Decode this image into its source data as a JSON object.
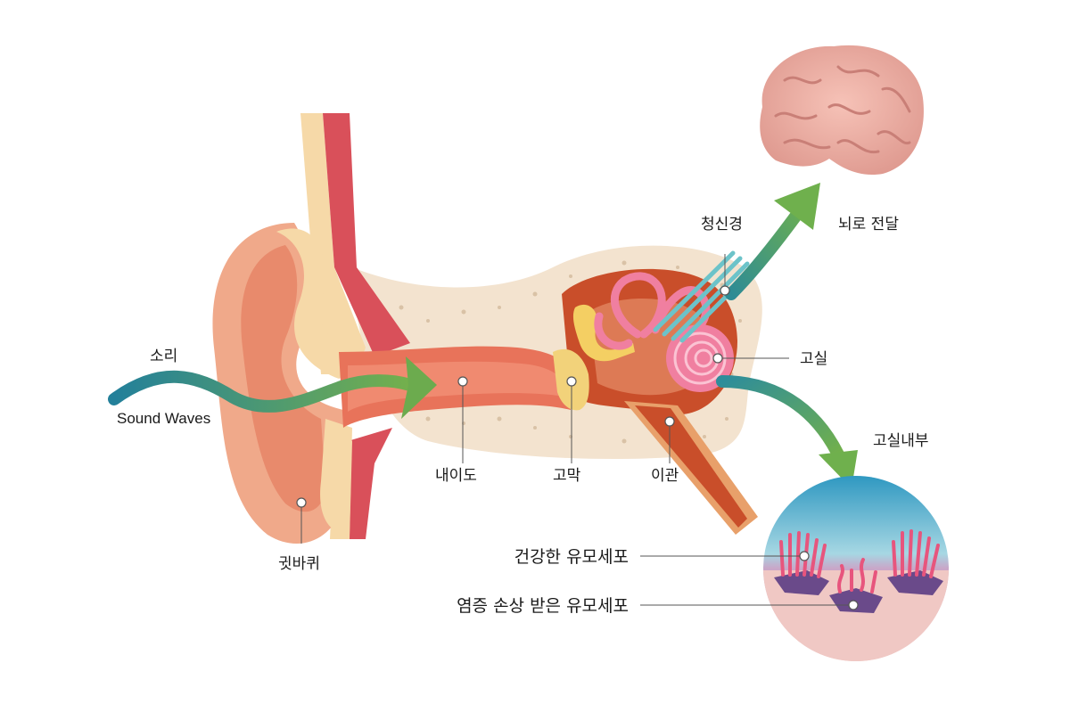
{
  "labels": {
    "sound": "소리",
    "sound_en": "Sound Waves",
    "auricle": "귓바퀴",
    "ear_canal": "내이도",
    "eardrum": "고막",
    "eustachian": "이관",
    "nerve": "청신경",
    "brain": "뇌로 전달",
    "cochlea": "고실",
    "cochlea_inside": "고실내부",
    "healthy_cells": "건강한 유모세포",
    "damaged_cells": "염증 손상 받은 유모세포"
  },
  "colors": {
    "wave_start": "#2a8fa0",
    "wave_end": "#6aaa4f",
    "skin": "#f0a98a",
    "skin_dark": "#e07b5e",
    "cartilage": "#f6d9a8",
    "muscle": "#d9505a",
    "bone": "#f3e3cf",
    "canal": "#e86f52",
    "middle_ear": "#c94e2a",
    "cochlea": "#f07fa0",
    "nerve": "#6cc3c9",
    "brain": "#eeb0a6",
    "circle_top": "#3a9fc4",
    "circle_bottom": "#f2c6c3"
  }
}
